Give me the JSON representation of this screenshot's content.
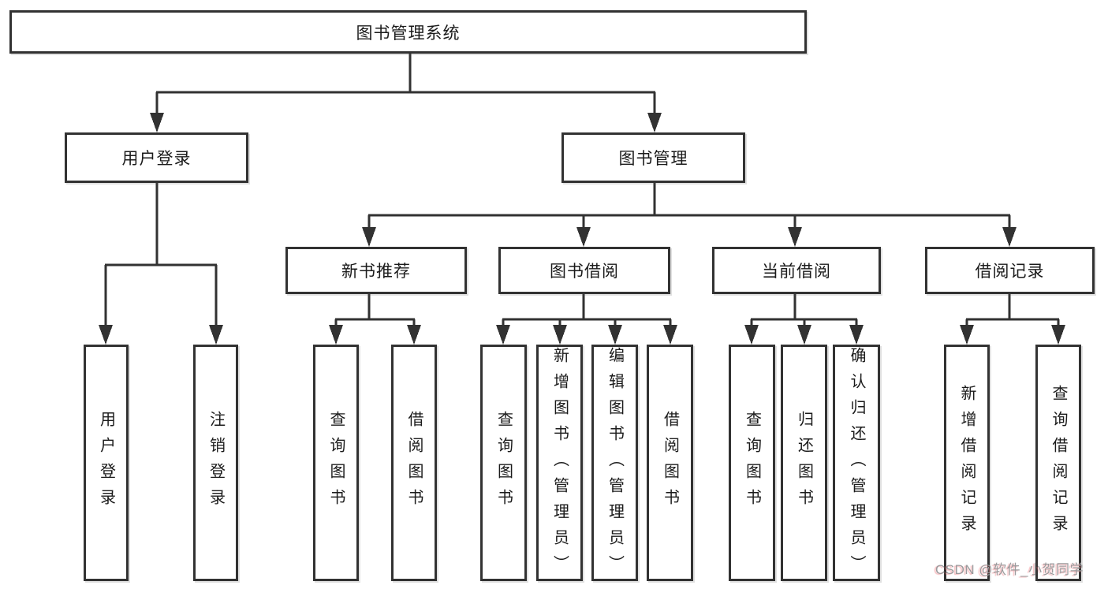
{
  "diagram": {
    "type": "hierarchy-tree",
    "background": "#ffffff",
    "line_color": "#323232",
    "box_border_color": "#323232",
    "text_color": "#1b1b1b",
    "watermark_color": "#9a9a9c"
  },
  "nodes": {
    "root": {
      "label": "图书管理系统"
    },
    "user_login": {
      "label": "用户登录"
    },
    "book_mgmt": {
      "label": "图书管理"
    },
    "new_book_rec": {
      "label": "新书推荐"
    },
    "book_borrow": {
      "label": "图书借阅"
    },
    "current_borrow": {
      "label": "当前借阅"
    },
    "borrow_record": {
      "label": "借阅记录"
    },
    "leaf_user_login": {
      "label": "用户登录"
    },
    "leaf_logout": {
      "label": "注销登录"
    },
    "leaf_rec_query_book": {
      "label": "查询图书"
    },
    "leaf_rec_borrow_book": {
      "label": "借阅图书"
    },
    "leaf_bb_query_book": {
      "label": "查询图书"
    },
    "leaf_bb_add_book": {
      "label": "新增图书（管理员）"
    },
    "leaf_bb_edit_book": {
      "label": "编辑图书（管理员）"
    },
    "leaf_bb_borrow_book": {
      "label": "借阅图书"
    },
    "leaf_cb_query_book": {
      "label": "查询图书"
    },
    "leaf_cb_return_book": {
      "label": "归还图书"
    },
    "leaf_cb_confirm_return": {
      "label": "确认归还（管理员）"
    },
    "leaf_br_add_record": {
      "label": "新增借阅记录"
    },
    "leaf_br_query_record": {
      "label": "查询借阅记录"
    }
  },
  "tree": {
    "图书管理系统": {
      "用户登录": [
        "用户登录",
        "注销登录"
      ],
      "图书管理": {
        "新书推荐": [
          "查询图书",
          "借阅图书"
        ],
        "图书借阅": [
          "查询图书",
          "新增图书（管理员）",
          "编辑图书（管理员）",
          "借阅图书"
        ],
        "当前借阅": [
          "查询图书",
          "归还图书",
          "确认归还（管理员）"
        ],
        "借阅记录": [
          "新增借阅记录",
          "查询借阅记录"
        ]
      }
    }
  },
  "watermark": {
    "text": "CSDN @软件_小贺同学"
  }
}
